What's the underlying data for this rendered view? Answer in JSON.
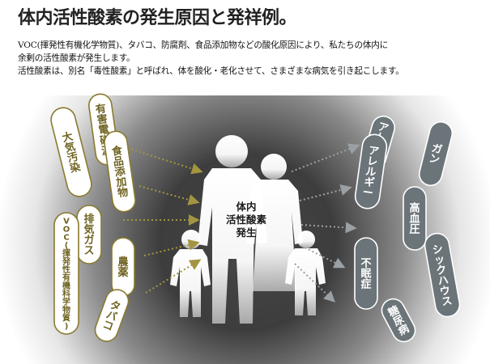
{
  "title": "体内活性酸素の発生原因と発祥例。",
  "description": {
    "line1": "VOC(揮発性有機化学物質)、タバコ、防腐剤、食品添加物などの酸化原因により、私たちの体内に",
    "line2": "余剰の活性酸素が発生します。",
    "line3": "活性酸素は、別名「毒性酸素」と呼ばれ、体を酸化・老化させて、さまざまな病気を引き起こします。"
  },
  "center": {
    "line1": "体内",
    "line2": "活性酸素",
    "line3": "発生"
  },
  "causes": [
    {
      "label": "大気汚染"
    },
    {
      "label": "有害電磁波"
    },
    {
      "label": "食品添加物"
    },
    {
      "label": "排気ガス"
    },
    {
      "label": "VOC(揮発性有機科学物質)"
    },
    {
      "label": "農薬"
    },
    {
      "label": "タバコ"
    }
  ],
  "diseases": [
    {
      "label": "アトピー"
    },
    {
      "label": "ガン"
    },
    {
      "label": "アレルギー"
    },
    {
      "label": "高血圧"
    },
    {
      "label": "不眠症"
    },
    {
      "label": "シックハウス"
    },
    {
      "label": "糖尿病"
    }
  ],
  "colors": {
    "cause_stroke": "#8a7a2e",
    "cause_arrow": "#a39540",
    "disease_fill": "#6b7479",
    "disease_arrow": "#9aa0a4",
    "background_gray": "#3d3d3d"
  },
  "icons": {
    "people": "family-silhouette-icon"
  }
}
